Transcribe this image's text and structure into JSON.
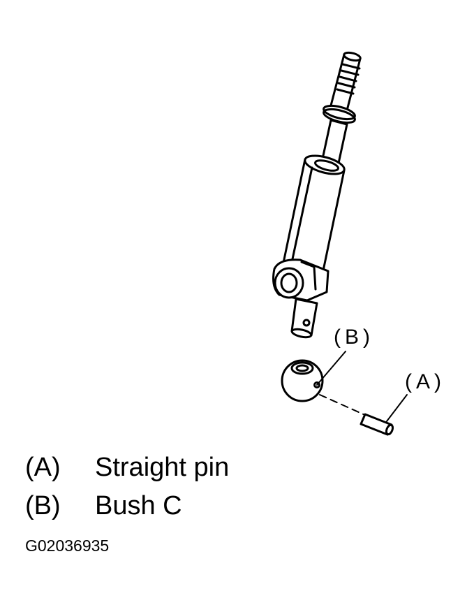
{
  "callouts": {
    "b": "(B)",
    "a": "(A)"
  },
  "legend": [
    {
      "key": "(A)",
      "text": "Straight pin"
    },
    {
      "key": "(B)",
      "text": "Bush C"
    }
  ],
  "figure_id": "G02036935",
  "colors": {
    "ink": "#000000",
    "paper": "#ffffff"
  }
}
